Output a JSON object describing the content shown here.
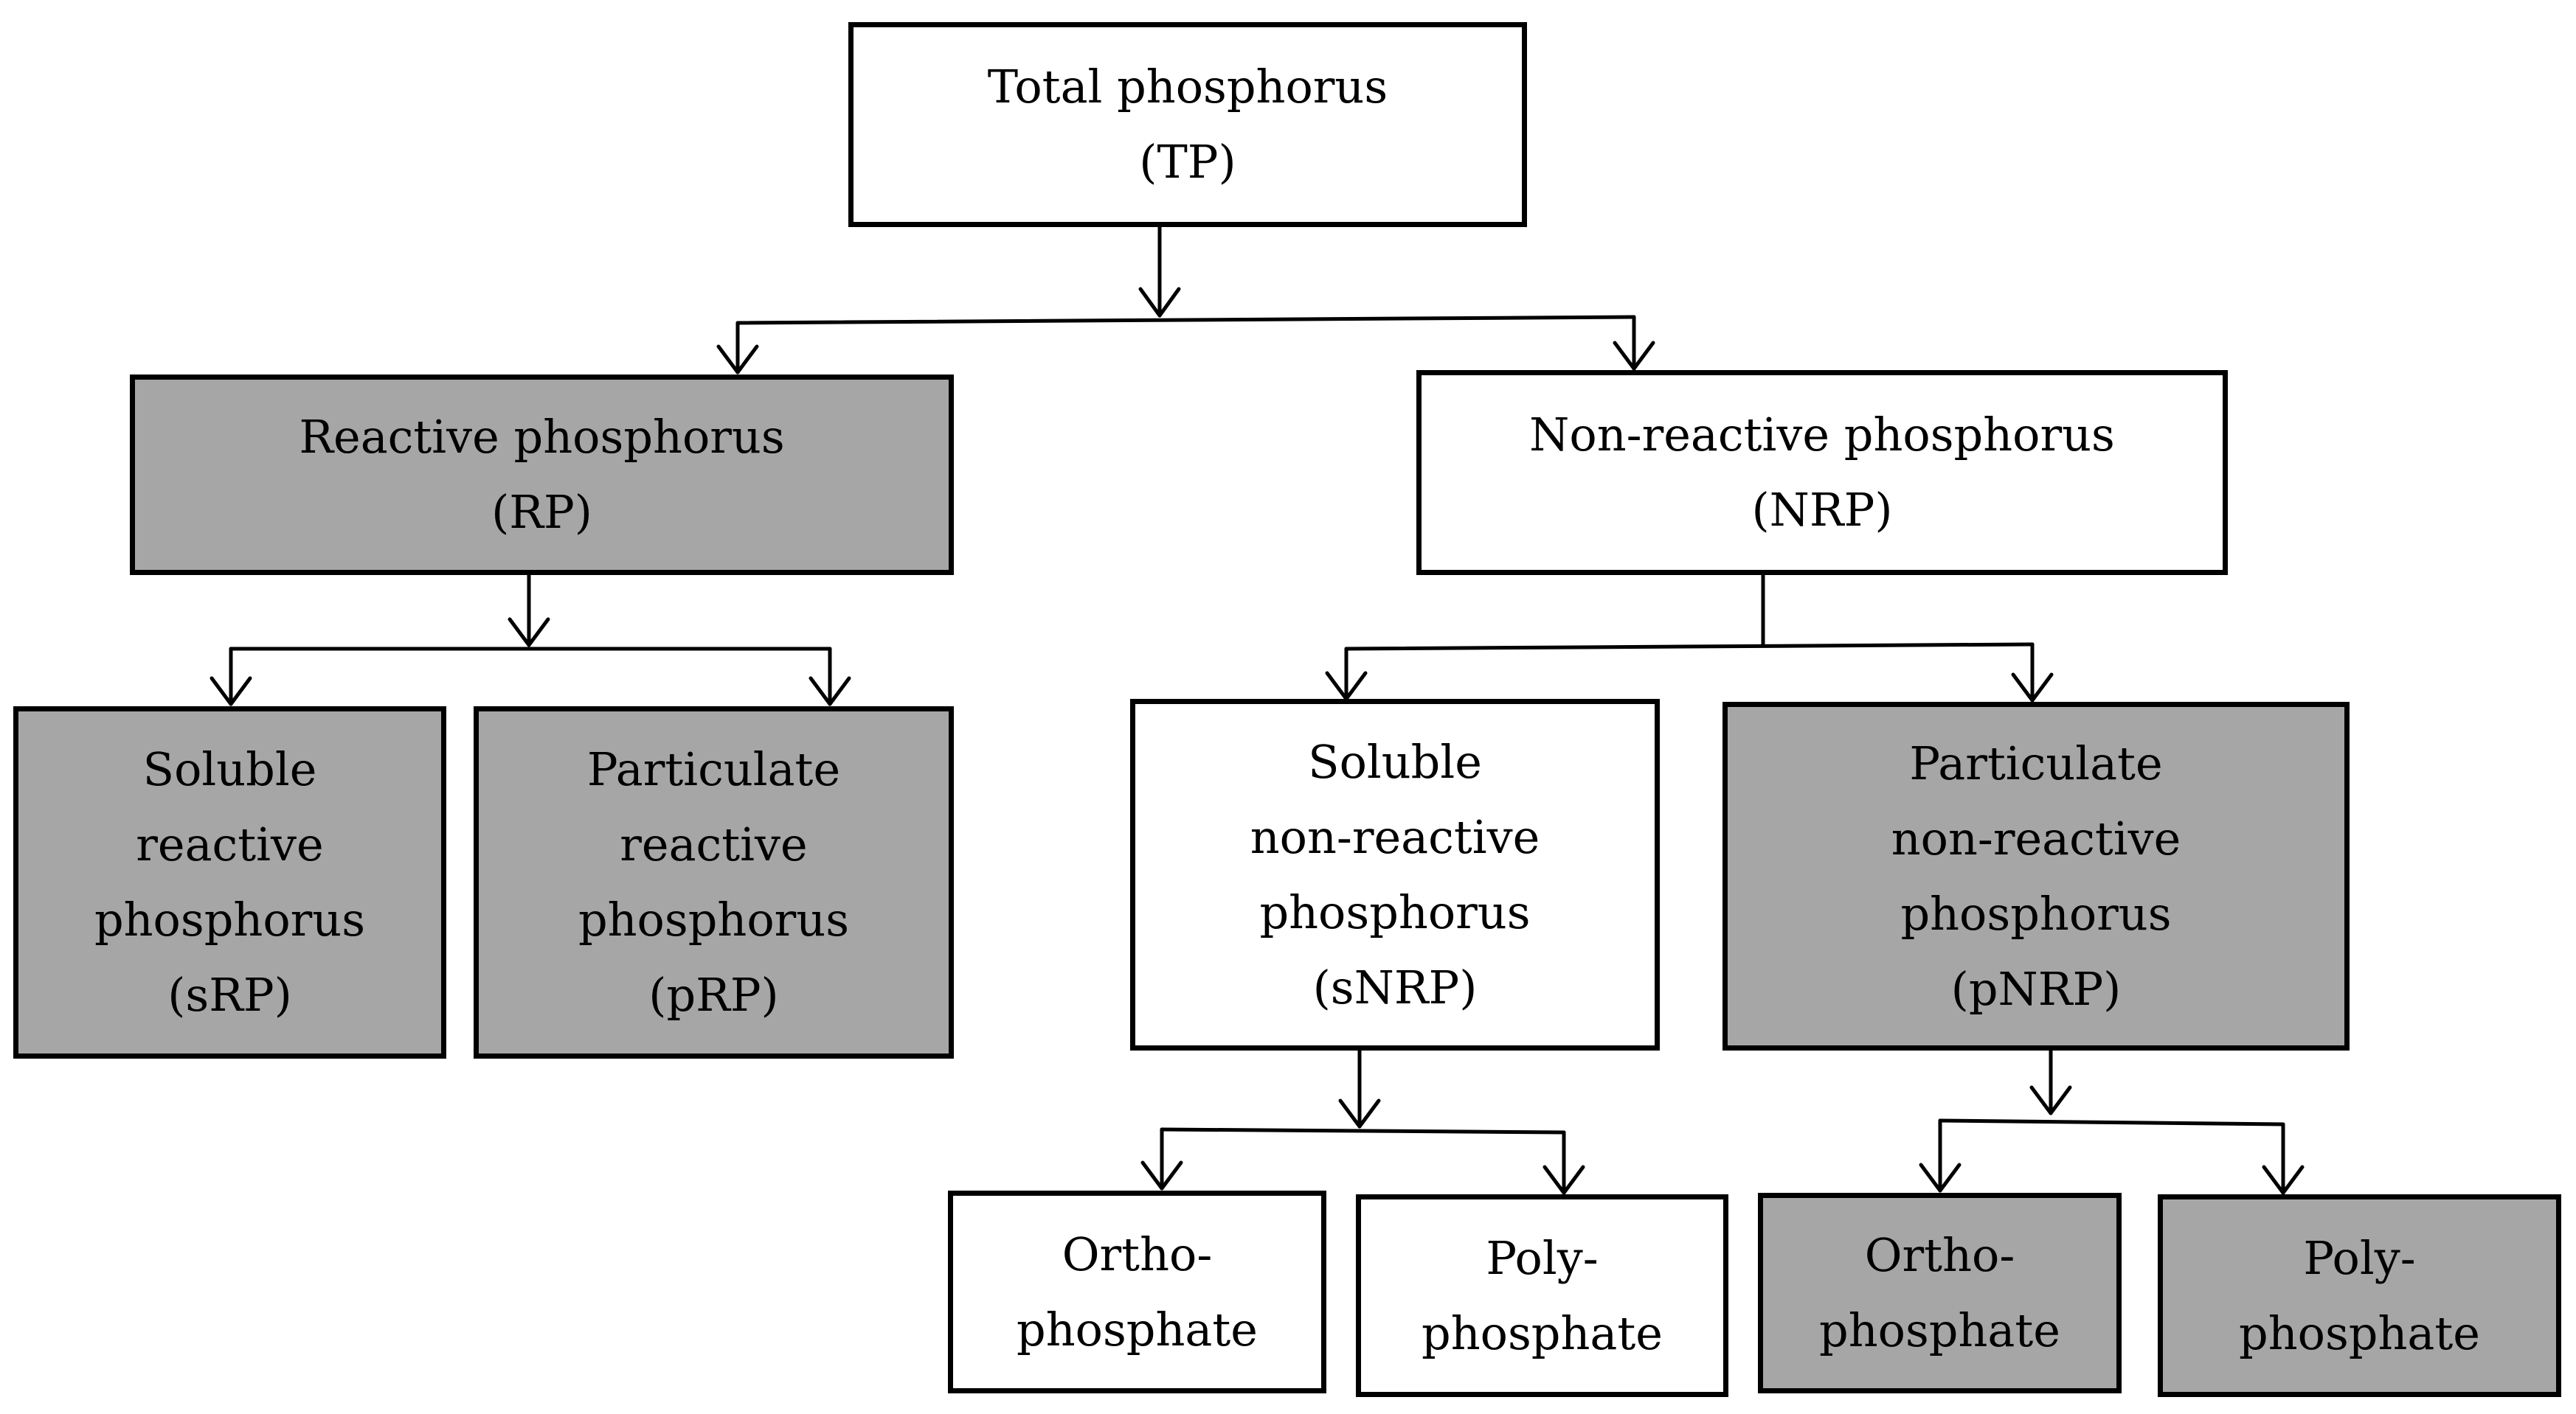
{
  "colors": {
    "shaded_fill": "#a6a6a6",
    "plain_fill": "#ffffff",
    "stroke": "#000000"
  },
  "nodes": {
    "tp": {
      "lines": [
        "Total phosphorus",
        "(TP)"
      ]
    },
    "rp": {
      "lines": [
        "Reactive phosphorus",
        "(RP)"
      ]
    },
    "nrp": {
      "lines": [
        "Non-reactive phosphorus",
        "(NRP)"
      ]
    },
    "srp": {
      "lines": [
        "Soluble",
        "reactive",
        "phosphorus",
        "(sRP)"
      ]
    },
    "prp": {
      "lines": [
        "Particulate",
        "reactive",
        "phosphorus",
        "(pRP)"
      ]
    },
    "snrp": {
      "lines": [
        "Soluble",
        "non-reactive",
        "phosphorus",
        "(sNRP)"
      ]
    },
    "pnrp": {
      "lines": [
        "Particulate",
        "non-reactive",
        "phosphorus",
        "(pNRP)"
      ]
    },
    "snrp_ortho": {
      "lines": [
        "Ortho-",
        "phosphate"
      ]
    },
    "snrp_poly": {
      "lines": [
        "Poly-",
        "phosphate"
      ]
    },
    "pnrp_ortho": {
      "lines": [
        "Ortho-",
        "phosphate"
      ]
    },
    "pnrp_poly": {
      "lines": [
        "Poly-",
        "phosphate"
      ]
    }
  }
}
